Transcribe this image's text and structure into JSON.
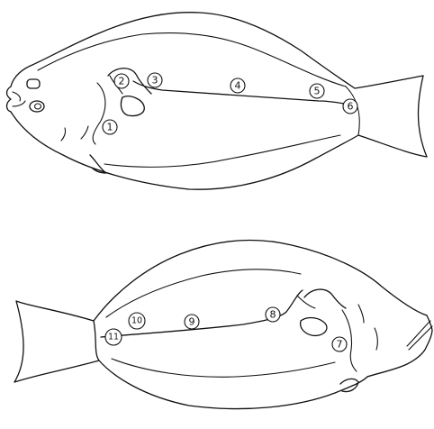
{
  "figure": {
    "markers": {
      "m1": "1",
      "m2": "2",
      "m3": "3",
      "m4": "4",
      "m5": "5",
      "m6": "6",
      "m7": "7",
      "m8": "8",
      "m9": "9",
      "m10": "10",
      "m11": "11"
    }
  }
}
